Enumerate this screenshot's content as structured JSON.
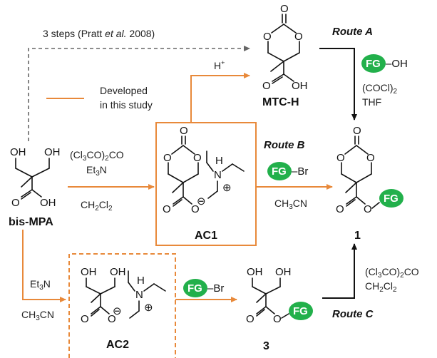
{
  "colors": {
    "orange": "#e8893a",
    "fg_green": "#22b04b",
    "dashed_gray": "#666666",
    "text": "#111111"
  },
  "top_note": {
    "text": "3 steps (Pratt ",
    "italic": "et al.",
    "year": " 2008)"
  },
  "legend": {
    "line1": "Developed",
    "line2": "in this study"
  },
  "reagents": {
    "acid": "H",
    "acid_sup": "+",
    "r1_line1": "(Cl",
    "r1_sub1": "3",
    "r1_mid": "CO)",
    "r1_sub2": "2",
    "r1_end": "CO",
    "r1_line2": "Et",
    "r1_line2_sub": "3",
    "r1_line2_end": "N",
    "r1_solvent": "CH",
    "r1_solvent_sub": "2",
    "r1_solvent_mid": "Cl",
    "r1_solvent_sub2": "2",
    "routeA_oxalyl": "(COCl)",
    "routeA_oxalyl_sub": "2",
    "routeA_thf": "THF",
    "routeB_solvent": "CH",
    "routeB_solvent_sub": "3",
    "routeB_solvent_end": "CN",
    "ac2_base": "Et",
    "ac2_base_sub": "3",
    "ac2_base_end": "N",
    "ac2_solvent": "CH",
    "ac2_solvent_sub": "3",
    "ac2_solvent_end": "CN",
    "routeC_r1": "(Cl",
    "routeC_r1_sub": "3",
    "routeC_r1_mid": "CO)",
    "routeC_r1_sub2": "2",
    "routeC_r1_end": "CO",
    "routeC_r2": "CH",
    "routeC_r2_sub": "2",
    "routeC_r2_mid": "Cl",
    "routeC_r2_sub2": "2"
  },
  "routes": {
    "a": "Route A",
    "b": "Route B",
    "c": "Route C"
  },
  "compounds": {
    "bis_mpa": "bis-MPA",
    "mtc_h": "MTC-H",
    "ac1": "AC1",
    "ac2": "AC2",
    "product": "1",
    "intermediate": "3"
  },
  "fg": {
    "label": "FG",
    "oh": "–OH",
    "br": "–Br"
  },
  "atoms": {
    "O": "O",
    "OH": "OH",
    "H": "H",
    "N": "N",
    "minus": "⊖",
    "plus": "⊕"
  }
}
